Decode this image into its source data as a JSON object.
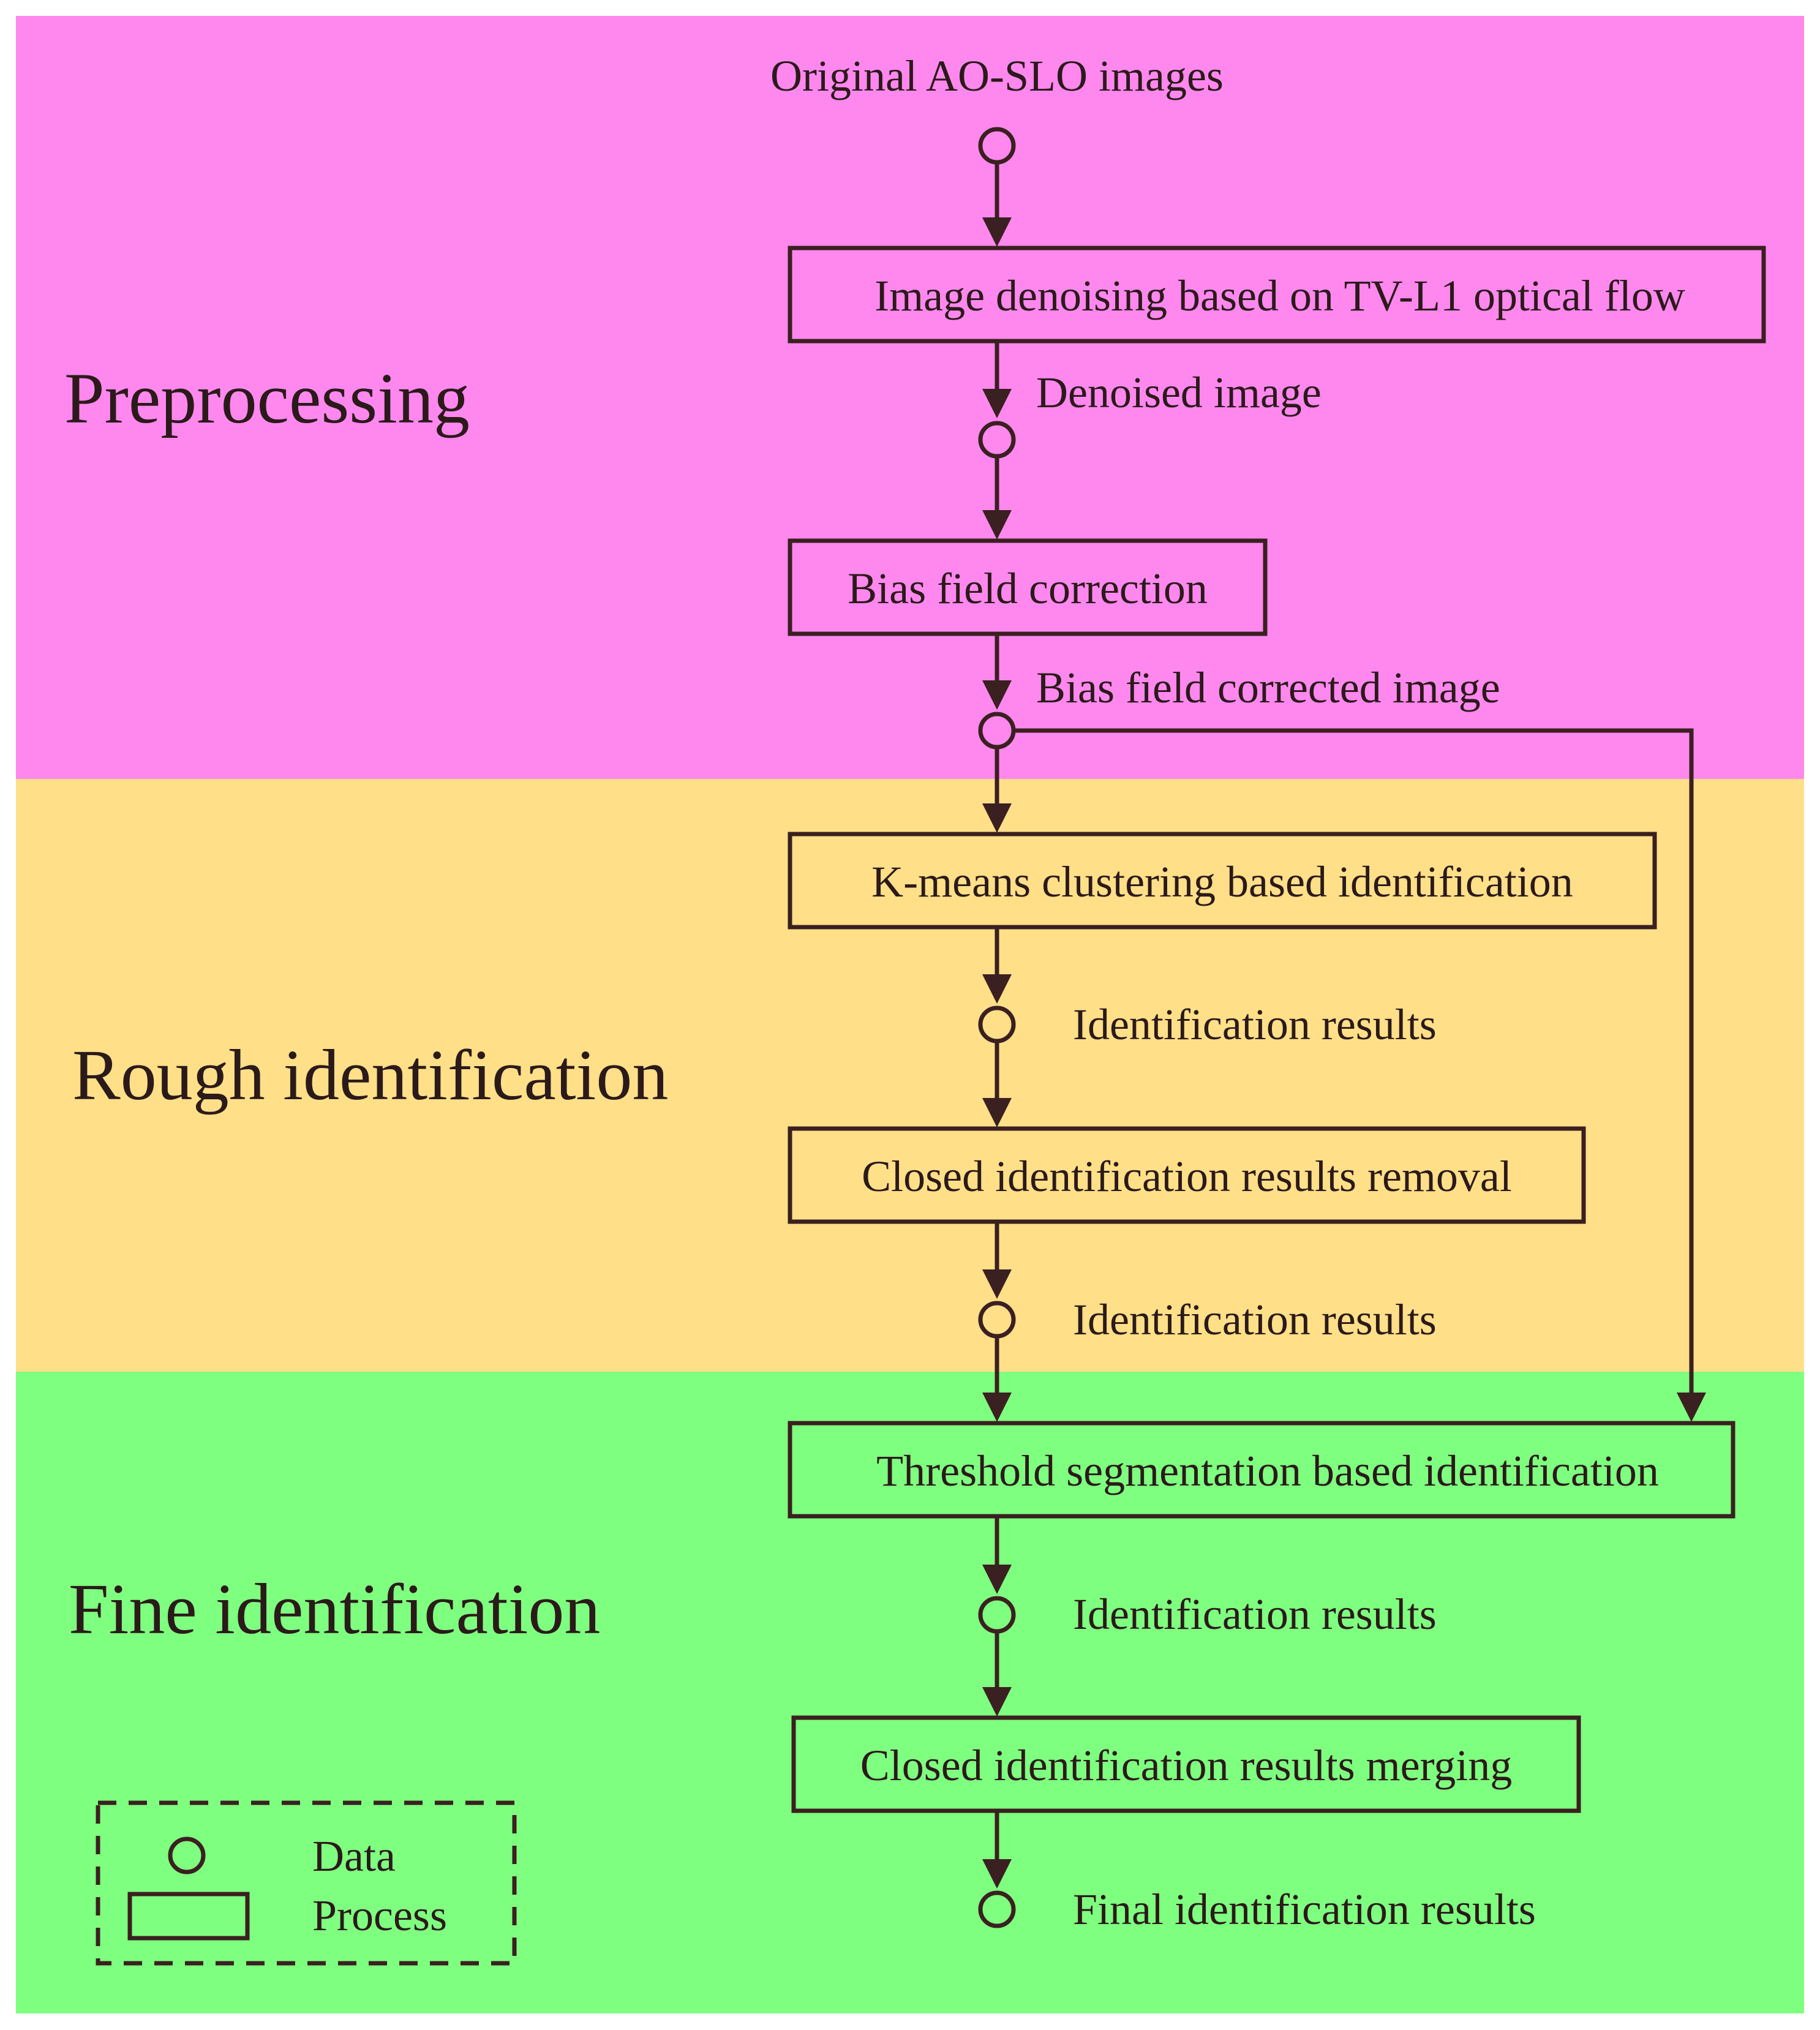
{
  "bands": [
    {
      "label": "Preprocessing",
      "color": "#ff88ef"
    },
    {
      "label": "Rough identification",
      "color": "#ffdf88"
    },
    {
      "label": "Fine identification",
      "color": "#7fff80"
    }
  ],
  "input_label": "Original AO-SLO images",
  "processes": [
    "Image denoising based on TV-L1 optical flow",
    "Bias field correction",
    "K-means clustering based identification",
    "Closed identification results removal",
    "Threshold segmentation based identification",
    "Closed identification results merging"
  ],
  "data_nodes": [
    "Denoised image",
    "Bias field corrected image",
    "Identification results",
    "Identification results",
    "Identification results",
    "Final identification results"
  ],
  "legend": {
    "data_label": "Data",
    "process_label": "Process"
  },
  "colors": {
    "stroke": "#3a2020",
    "text": "#2b1a1a"
  }
}
